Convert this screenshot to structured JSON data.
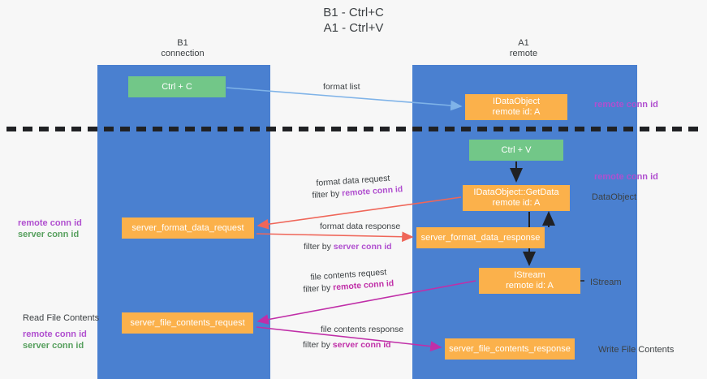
{
  "title": {
    "line1": "B1 - Ctrl+C",
    "line2": "A1 - Ctrl+V"
  },
  "lanes": [
    {
      "id": "b1",
      "name": "B1",
      "role": "connection",
      "color": "#4a80d0"
    },
    {
      "id": "a1",
      "name": "A1",
      "role": "remote",
      "color": "#4a80d0"
    }
  ],
  "colors": {
    "lane": "#4a80d0",
    "green_box": "#72c788",
    "orange_box": "#fbb14b",
    "remote_conn_id": "#b04fcf",
    "server_conn_id": "#57a05e",
    "arrow_blue": "#7fb3e8",
    "arrow_red": "#ef6659",
    "arrow_magenta": "#c02fa8",
    "arrow_black": "#202124",
    "text": "#3c4043",
    "background": "#f7f7f7"
  },
  "boxes": {
    "ctrl_c": {
      "label": "Ctrl + C",
      "sub": ""
    },
    "idataobject": {
      "label": "IDataObject",
      "sub": "remote id: A"
    },
    "ctrl_v": {
      "label": "Ctrl + V",
      "sub": ""
    },
    "getdata": {
      "label": "IDataObject::GetData",
      "sub": "remote id: A"
    },
    "server_format_data_request": {
      "label": "server_format_data_request",
      "sub": ""
    },
    "server_format_data_response": {
      "label": "server_format_data_response",
      "sub": ""
    },
    "istream": {
      "label": "IStream",
      "sub": "remote id: A"
    },
    "server_file_contents_request": {
      "label": "server_file_contents_request",
      "sub": ""
    },
    "server_file_contents_response": {
      "label": "server_file_contents_response",
      "sub": ""
    }
  },
  "side_labels": {
    "remote_conn_id_top": "remote conn id",
    "remote_conn_id_mid": "remote conn id",
    "data_object": "DataObject",
    "istream": "IStream",
    "write_file_contents": "Write File Contents",
    "read_file_contents": "Read File Contents",
    "remote_conn_id": "remote conn id",
    "server_conn_id": "server conn id"
  },
  "edges": [
    {
      "id": "format-list",
      "caption": "format list",
      "filter": "",
      "color": "#7fb3e8"
    },
    {
      "id": "format-data-request",
      "caption": "format data request",
      "filter_prefix": "filter by ",
      "filter": "remote conn id",
      "color": "#ef6659"
    },
    {
      "id": "format-data-response",
      "caption": "format data response",
      "filter_prefix": "filter by ",
      "filter": "server conn id",
      "color": "#ef6659"
    },
    {
      "id": "file-contents-request",
      "caption": "file contents request",
      "filter_prefix": "filter by ",
      "filter": "remote conn id",
      "color": "#c02fa8"
    },
    {
      "id": "file-contents-response",
      "caption": "file contents response",
      "filter_prefix": "filter by ",
      "filter": "server conn id",
      "color": "#c02fa8"
    }
  ]
}
